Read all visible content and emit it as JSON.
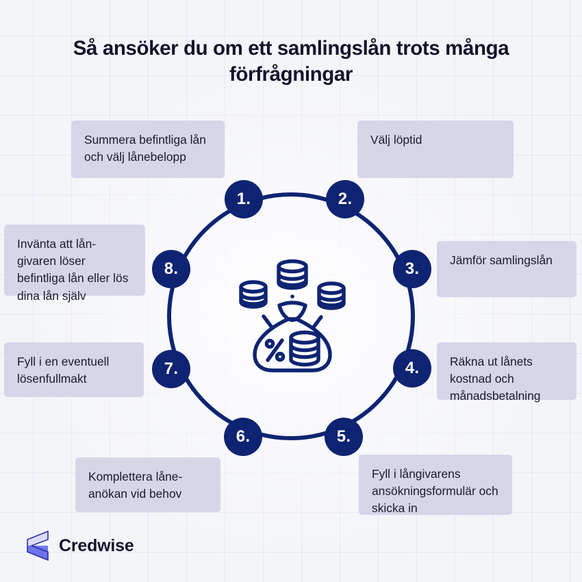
{
  "header": {
    "title": "Så ansöker du om ett samlingslån trots många förfrågningar"
  },
  "wheel": {
    "center_icon": "money-bag-coins-percent-icon",
    "accent_color": "#0e2472",
    "card_color": "#d5d7e8",
    "background_color": "#f4f5f9",
    "steps": [
      {
        "number": "1.",
        "text": "Summera befintliga lån och välj lånebelopp"
      },
      {
        "number": "2.",
        "text": "Välj löptid"
      },
      {
        "number": "3.",
        "text": "Jämför samlingslån"
      },
      {
        "number": "4.",
        "text": "Räkna ut lånets kostnad och månadsbetalning"
      },
      {
        "number": "5.",
        "text": "Fyll i långivarens ansökningsformulär och skicka in"
      },
      {
        "number": "6.",
        "text": "Komplettera låne-anökan vid behov"
      },
      {
        "number": "7.",
        "text": "Fyll i en eventuell lösenfullmakt"
      },
      {
        "number": "8.",
        "text": "Invänta att lån-givaren löser befintliga lån eller lös dina lån själv"
      }
    ]
  },
  "footer": {
    "brand_name": "Credwise",
    "logo_icon": "credwise-chevron-logo"
  }
}
